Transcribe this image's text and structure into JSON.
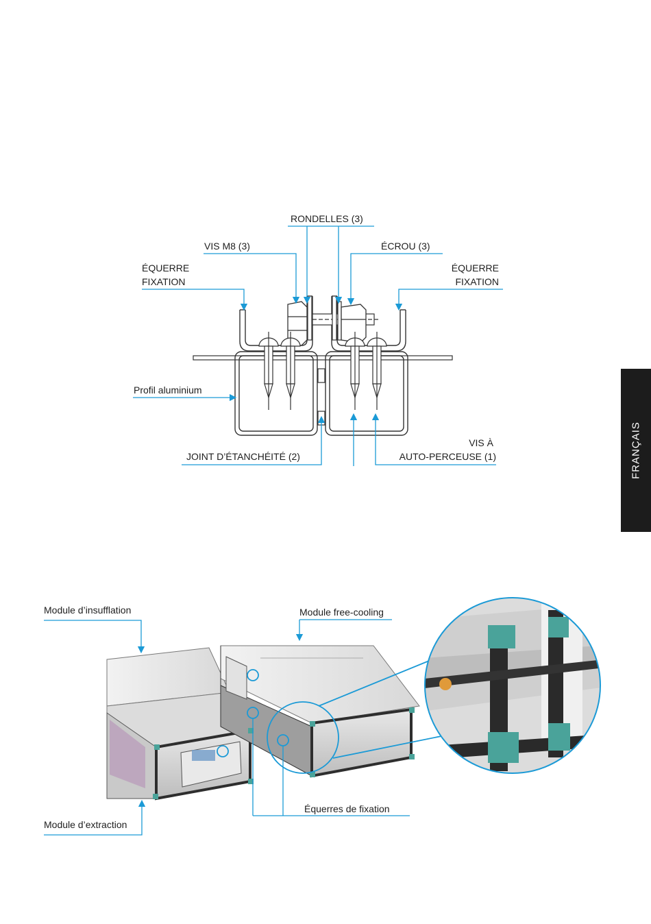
{
  "side_tab": {
    "label": "FRANÇAIS"
  },
  "colors": {
    "leader": "#1b9ad6",
    "tab_bg": "#1c1c1c",
    "bracket": "#4aa39a"
  },
  "detail_diagram": {
    "labels": {
      "rondelles": "RONDELLES (3)",
      "vis_m8": "VIS M8 (3)",
      "ecrou": "ÉCROU  (3)",
      "equerre_left_1": "ÉQUERRE",
      "equerre_left_2": "FIXATION",
      "equerre_right_1": "ÉQUERRE",
      "equerre_right_2": "FIXATION",
      "profil": "Profil aluminium",
      "joint": "JOINT D’ÉTANCHÉITÉ (2)",
      "vis_a_1": "VIS À",
      "vis_a_2": "AUTO-PERCEUSE  (1)"
    }
  },
  "assembly_diagram": {
    "labels": {
      "insufflation": "Module d’insufflation",
      "free_cooling": "Module free-cooling",
      "extraction": "Module d’extraction",
      "equerres": "Équerres de fixation"
    }
  }
}
